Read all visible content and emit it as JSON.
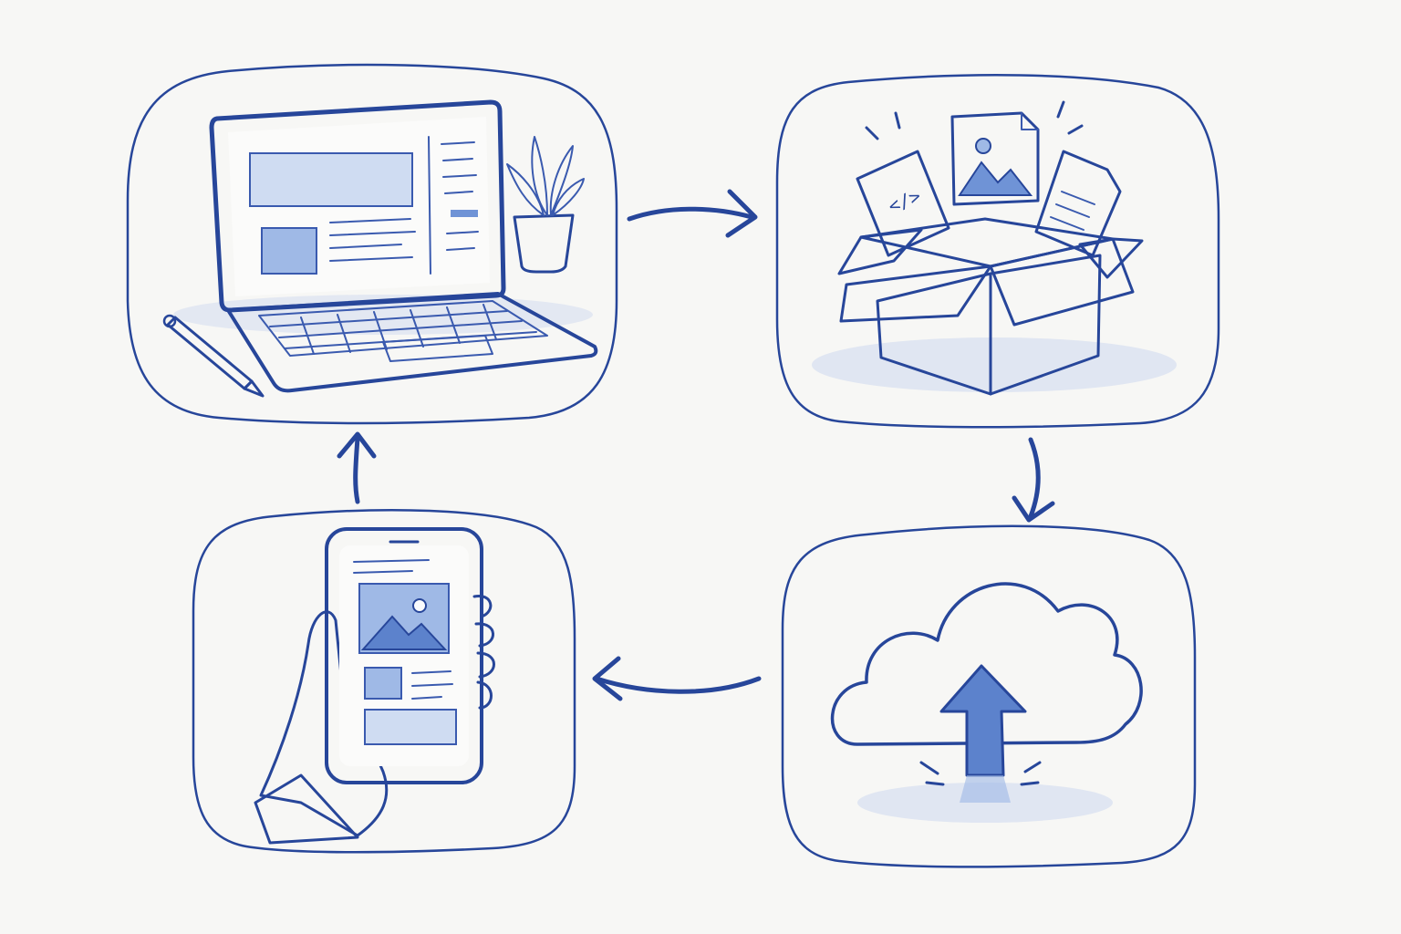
{
  "diagram": {
    "type": "cycle",
    "nodes": [
      {
        "id": "develop",
        "icon": "laptop-icon"
      },
      {
        "id": "package",
        "icon": "open-box-icon"
      },
      {
        "id": "deploy",
        "icon": "cloud-upload-icon"
      },
      {
        "id": "use",
        "icon": "smartphone-icon"
      }
    ],
    "edges": [
      {
        "from": "develop",
        "to": "package"
      },
      {
        "from": "package",
        "to": "deploy"
      },
      {
        "from": "deploy",
        "to": "use"
      },
      {
        "from": "use",
        "to": "develop"
      }
    ],
    "colors": {
      "ink": "#27469a",
      "accent": "#6f93d6",
      "light_fill": "#cfdcf2",
      "background": "#f7f7f5"
    }
  }
}
